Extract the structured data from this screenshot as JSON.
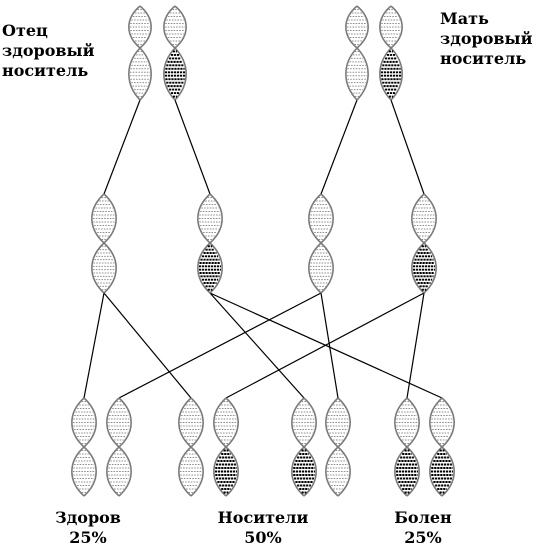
{
  "labels": {
    "father": [
      "Отец",
      "здоровый",
      "носитель"
    ],
    "mother": [
      "Мать",
      "здоровый",
      "носитель"
    ],
    "healthy": [
      "Здоров",
      "25%"
    ],
    "carriers": [
      "Носители",
      "50%"
    ],
    "sick": [
      "Болен",
      "25%"
    ]
  },
  "colors": {
    "strand": "#7a7a7a",
    "rung": "#8f8f8f",
    "mutant": "#000000",
    "connector": "#000000"
  }
}
